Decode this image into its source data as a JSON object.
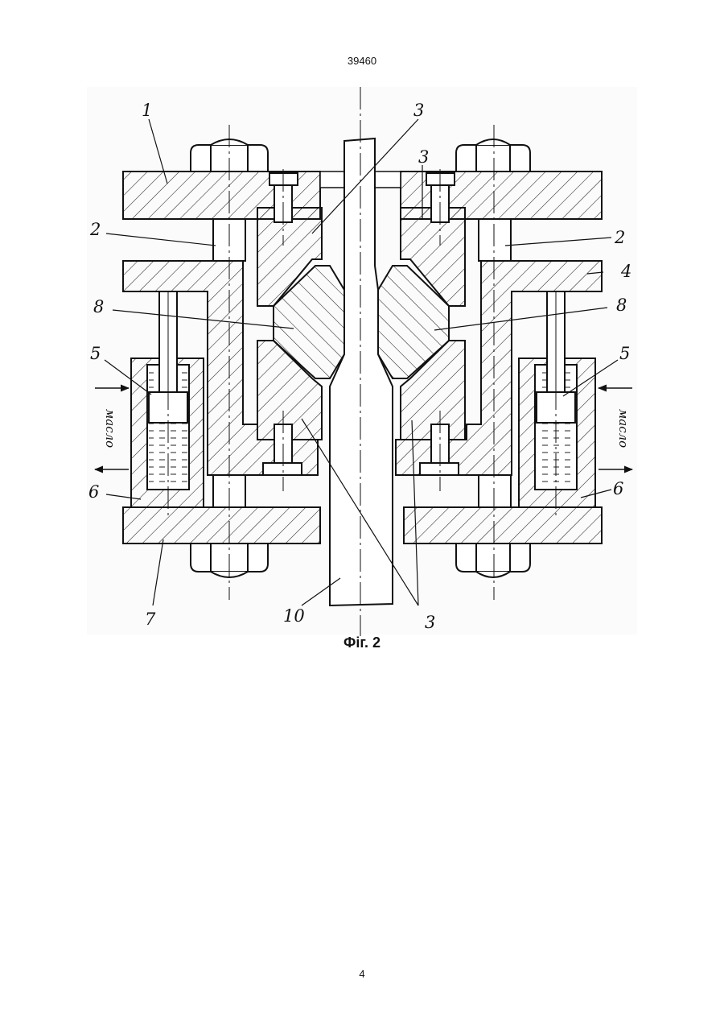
{
  "document": {
    "patent_number": "39460",
    "page_number": "4",
    "figure_caption": "Фіг. 2"
  },
  "figure": {
    "labels": [
      "1",
      "2",
      "2",
      "3",
      "3",
      "3",
      "4",
      "5",
      "5",
      "6",
      "6",
      "7",
      "8",
      "8",
      "10"
    ],
    "oil_label": "масло"
  }
}
